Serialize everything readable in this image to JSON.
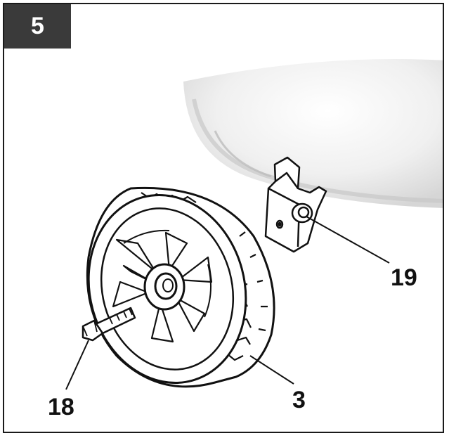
{
  "step": {
    "number": "5"
  },
  "callouts": {
    "bracket_bolt": "19",
    "axle_bolt": "18",
    "wheel": "3"
  },
  "colors": {
    "badge": "#3a3a3a",
    "line": "#111111",
    "tank": "#e9e9e9"
  }
}
